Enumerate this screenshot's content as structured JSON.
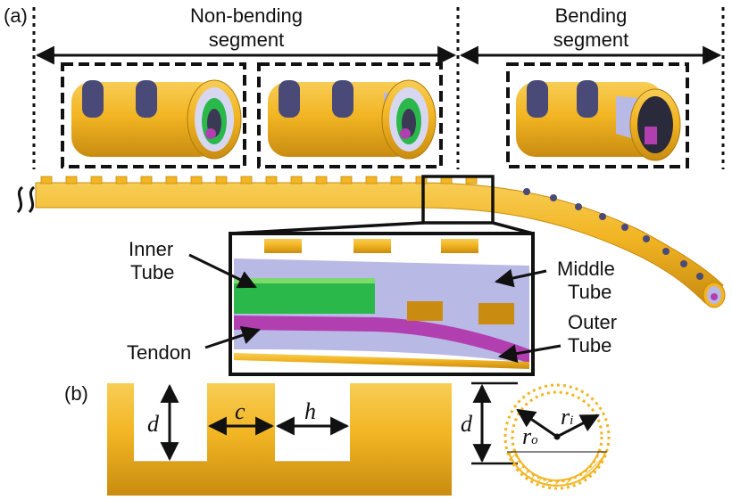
{
  "panels": {
    "a": "(a)",
    "b": "(b)"
  },
  "segments": {
    "non_bending": {
      "line1": "Non-bending",
      "line2": "segment"
    },
    "bending": {
      "line1": "Bending",
      "line2": "segment"
    }
  },
  "callouts": {
    "inner_tube": {
      "line1": "Inner",
      "line2": "Tube"
    },
    "middle_tube": {
      "line1": "Middle",
      "line2": "Tube"
    },
    "tendon": "Tendon",
    "outer_tube": {
      "line1": "Outer",
      "line2": "Tube"
    }
  },
  "dimensions": {
    "d_left": "d",
    "c": "c",
    "h": "h",
    "d_right": "d",
    "r_o_base": "r",
    "r_o_sub": "o",
    "r_i_base": "r",
    "r_i_sub": "i"
  },
  "colors": {
    "gold": "#f2b523",
    "gold_dark": "#c98c10",
    "lavender": "#b9b9e6",
    "green": "#2bb84a",
    "magenta": "#b23fb0",
    "outline": "#111111"
  }
}
